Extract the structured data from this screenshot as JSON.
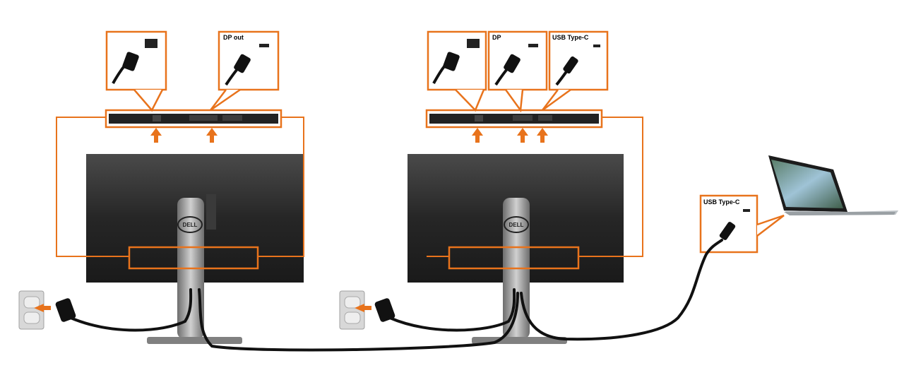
{
  "callouts": {
    "monitor1_power": "",
    "monitor1_dp_out": "DP out",
    "monitor2_power": "",
    "monitor2_dp": "DP",
    "monitor2_usbc": "USB Type-C",
    "laptop_usbc": "USB Type-C"
  },
  "brand": {
    "monitor1": "DELL",
    "monitor2": "DELL"
  },
  "colors": {
    "accent": "#e8731c",
    "monitor_body": "#2a2a2a",
    "stand": "#9a9a9a",
    "cable": "#111111"
  }
}
